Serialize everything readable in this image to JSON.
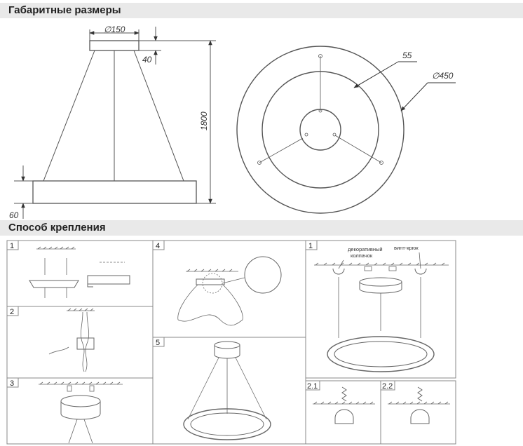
{
  "sections": {
    "dimensions_title": "Габаритные размеры",
    "mounting_title": "Способ крепления"
  },
  "dimensions": {
    "canopy_diameter": "∅150",
    "canopy_height": "40",
    "suspension_length": "1800",
    "ring_height": "60",
    "ring_width": "55",
    "ring_diameter": "∅450"
  },
  "mounting": {
    "panels": {
      "p1": "1",
      "p2": "2",
      "p3": "3",
      "p4": "4",
      "p5": "5",
      "r1": "1",
      "r21": "2.1",
      "r22": "2.2"
    },
    "labels": {
      "decorative_cap_line1": "декоративный",
      "decorative_cap_line2": "колпачок",
      "screw_hook": "винт-крюк"
    }
  }
}
